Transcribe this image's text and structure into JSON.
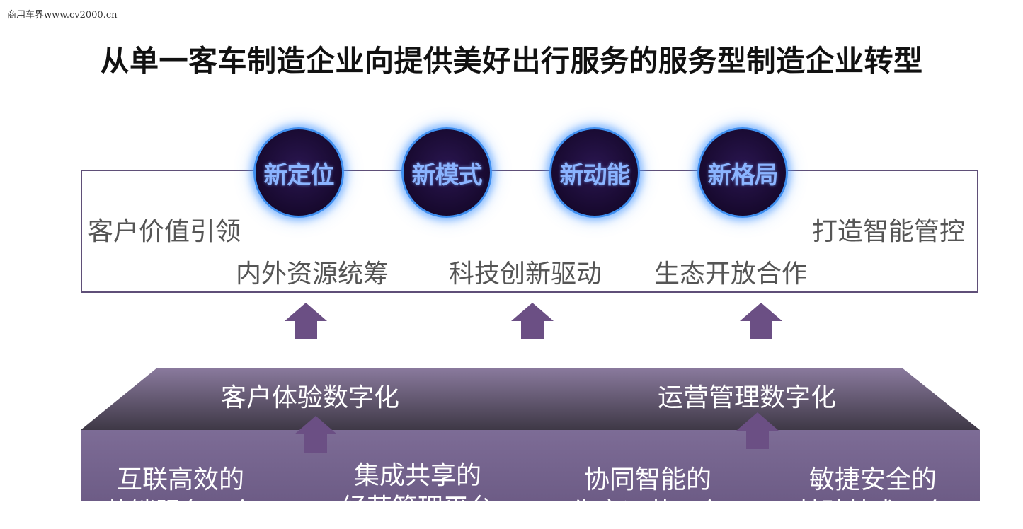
{
  "watermark": "商用车界www.cv2000.cn",
  "title": "从单一客车制造企业向提供美好出行服务的服务型制造企业转型",
  "circles": [
    "新定位",
    "新模式",
    "新动能",
    "新格局"
  ],
  "top_labels": {
    "left": "客户价值引领",
    "right": "打造智能管控",
    "middle": [
      "内外资源统筹",
      "科技创新驱动",
      "生态开放合作"
    ]
  },
  "platform": {
    "left": "客户体验数字化",
    "right": "运营管理数字化"
  },
  "columns": [
    {
      "line1": "互联高效的",
      "line2": "营销服务平台"
    },
    {
      "line1": "集成共享的",
      "line2": "经营管理平台"
    },
    {
      "line1": "协同智能的",
      "line2": "生产运营平台"
    },
    {
      "line1": "敏捷安全的",
      "line2": "基础技术平台"
    }
  ],
  "colors": {
    "box_border": "#5f4f78",
    "arrow": "#6b4f84",
    "circle_glow": "#3f8ff0",
    "circle_text": "#8bb4ff",
    "platform": "#6d5c86"
  }
}
